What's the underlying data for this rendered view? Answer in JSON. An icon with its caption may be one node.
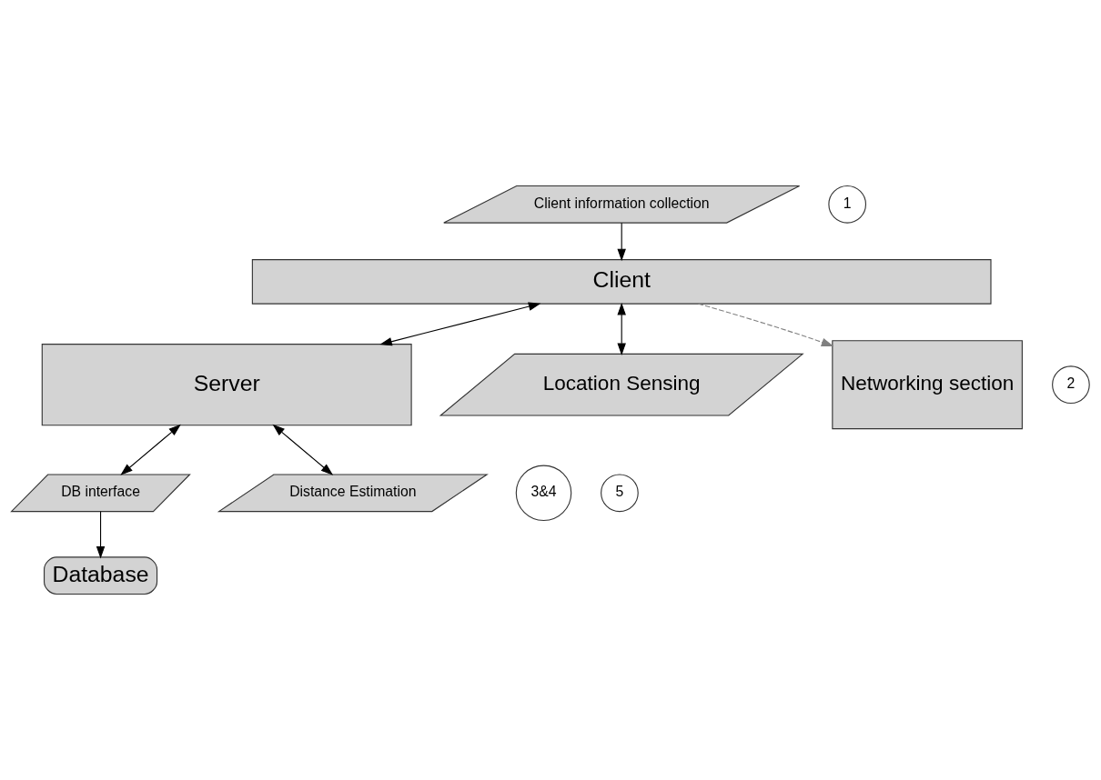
{
  "diagram": {
    "nodes": [
      {
        "text": [
          "Client information collection"
        ]
      },
      {
        "text": [
          "1"
        ]
      },
      {
        "text": [
          "Client"
        ]
      },
      {
        "text": [
          "Server"
        ]
      },
      {
        "text": [
          "Location Sensing"
        ]
      },
      {
        "text": [
          "2"
        ]
      },
      {
        "text": [
          "Networking section"
        ]
      },
      {
        "text": [
          "DB interface"
        ]
      },
      {
        "text": [
          "3&4"
        ]
      },
      {
        "text": [
          "Distance Estimation"
        ]
      },
      {
        "text": [
          "5"
        ]
      },
      {
        "text": [
          "Database"
        ]
      }
    ],
    "edges": [
      {
        "from": 0,
        "to": 2,
        "arrow": "to"
      },
      {
        "from": 2,
        "to": 3,
        "arrow": "both"
      },
      {
        "from": 2,
        "to": 4,
        "arrow": "both"
      },
      {
        "from": 2,
        "to": 6,
        "arrow": "to",
        "style": "dashed",
        "color": "#808080"
      },
      {
        "from": 3,
        "to": 7,
        "arrow": "both"
      },
      {
        "from": 3,
        "to": 9,
        "arrow": "both"
      },
      {
        "from": 7,
        "to": 11,
        "arrow": "to"
      }
    ]
  }
}
